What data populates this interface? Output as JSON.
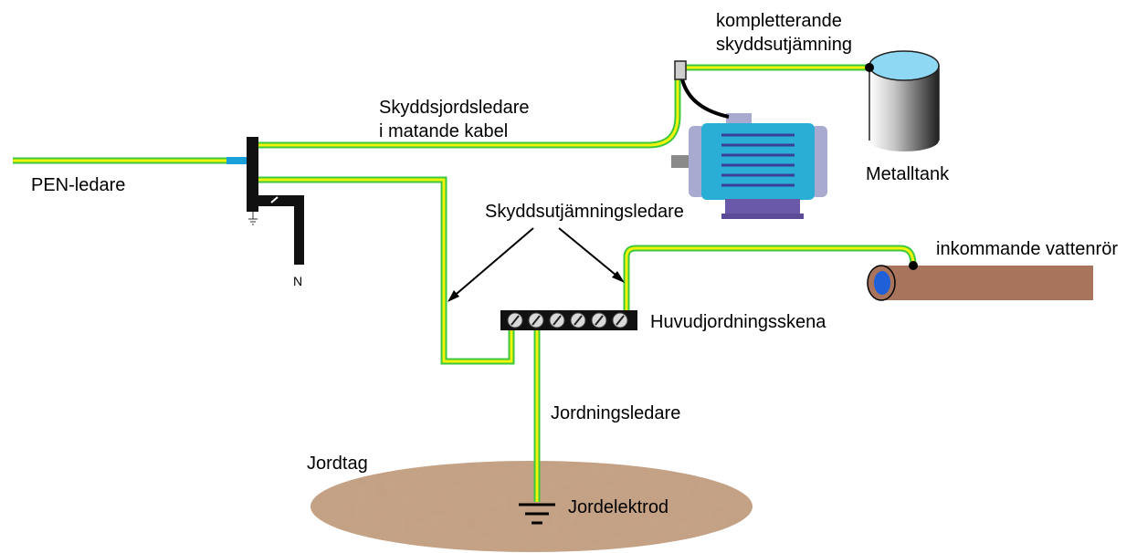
{
  "labels": {
    "pen_conductor": "PEN-ledare",
    "protective_earth_line1": "Skyddsjordsledare",
    "protective_earth_line2": "i matande kabel",
    "supplementary_line1": "kompletterande",
    "supplementary_line2": "skyddsutjämning",
    "metal_tank": "Metalltank",
    "bonding_conductors": "Skyddsutjämningsledare",
    "main_earth_bar": "Huvudjordningsskena",
    "incoming_water_pipe": "inkommande vattenrör",
    "earthing_conductor": "Jordningsledare",
    "earth": "Jordtag",
    "earth_electrode": "Jordelektrod",
    "neutral": "N"
  },
  "icons": {
    "motor": "electric-motor-icon",
    "tank": "metal-tank-icon",
    "pipe": "water-pipe-icon",
    "earth_symbol": "ground-symbol-icon"
  },
  "colors": {
    "earth_wire_yellow": "#f2f20a",
    "earth_wire_green": "#3cc83c",
    "pen_blue": "#1aa0d8",
    "bar": "#111111",
    "pipe": "#a8745c",
    "pipe_opening": "#1f5fd8",
    "tank_top": "#8fd8f4",
    "motor_blue": "#2aaed6",
    "motor_grey": "#a8aad0",
    "ground_patch": "#c4a083"
  }
}
